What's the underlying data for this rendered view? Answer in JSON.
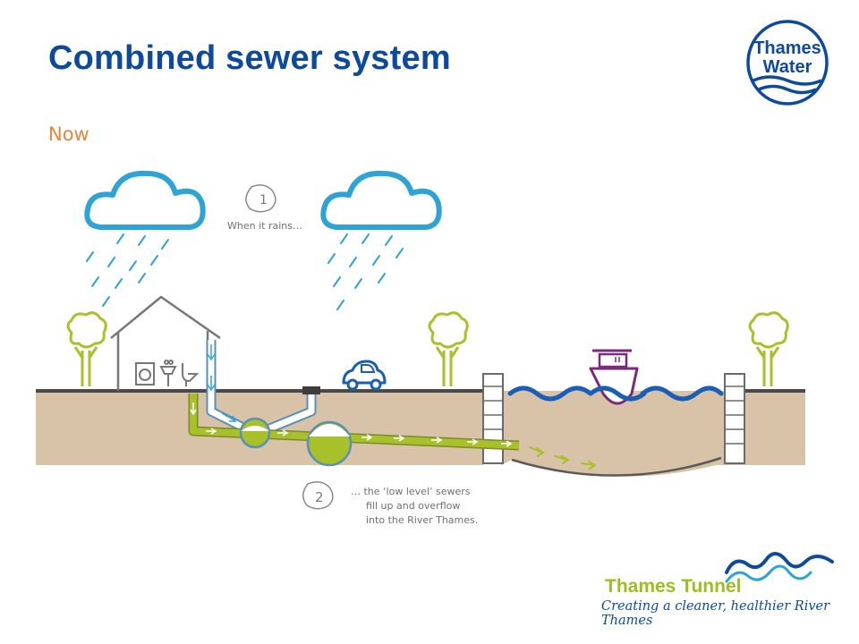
{
  "slide": {
    "title": "Combined sewer system",
    "subtitle": "Now"
  },
  "logo_thames_water": {
    "line1": "Thames",
    "line2": "Water"
  },
  "diagram": {
    "step1": {
      "number": "1",
      "text": "When it rains…"
    },
    "step2": {
      "number": "2",
      "line1": "… the ‘low level’ sewers",
      "line2": "fill up and overflow",
      "line3": "into the River Thames."
    }
  },
  "logo_thames_tunnel": {
    "name": "Thames Tunnel",
    "tagline": "Creating a cleaner, healthier River Thames"
  },
  "colors": {
    "title": "#0d4a9e",
    "subtitle": "#e8853c",
    "cloud": "#2ea3d6",
    "rain": "#2ea3d6",
    "ground": "#d8c3a8",
    "sewer": "#a8c12a",
    "river": "#1a5fb4",
    "boat": "#7a2a7a",
    "tree": "#a8c12a",
    "house": "#777777"
  }
}
